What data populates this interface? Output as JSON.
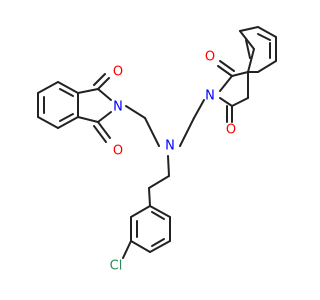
{
  "molecule": {
    "colors": {
      "bond": "#222222",
      "oxygen": "#ff0000",
      "nitrogen": "#0000ff",
      "chlorine": "#2e8b57"
    },
    "atoms": {
      "o1": "O",
      "o2": "O",
      "o3": "O",
      "o4": "O",
      "n_left": "N",
      "n_center": "N",
      "n_right": "N",
      "cl": "Cl"
    }
  }
}
